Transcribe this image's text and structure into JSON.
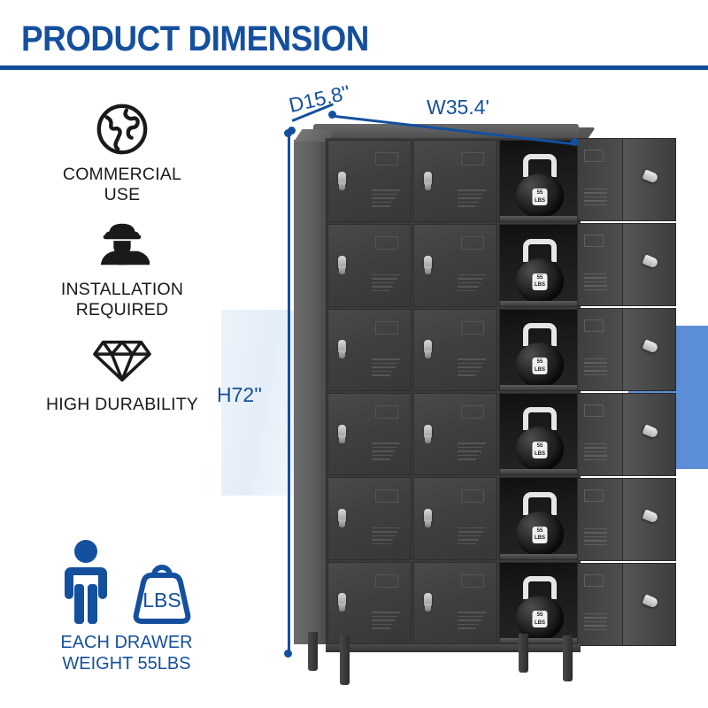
{
  "header": {
    "title": "PRODUCT DIMENSION",
    "rule_color": "#0f4c9c"
  },
  "theme": {
    "brand_blue": "#14509e",
    "rule_blue": "#0f4c9c",
    "accent_block_blue": "#5b8ed6",
    "cabinet_gray": "#3b3b3b",
    "text_black": "#1a1a1a"
  },
  "features": [
    {
      "icon": "globe-icon",
      "label": "COMMERCIAL\nUSE"
    },
    {
      "icon": "worker-hardhat-icon",
      "label": "INSTALLATION\nREQUIRED"
    },
    {
      "icon": "diamond-icon",
      "label": "HIGH DURABILITY"
    }
  ],
  "weight_feature": {
    "person_icon": "person-icon",
    "weight_icon": "weight-icon",
    "weight_icon_text": "LBS",
    "label": "EACH DRAWER\nWEIGHT 55LBS"
  },
  "dimensions": {
    "depth": "D15.8''",
    "width": "W35.4'",
    "height": "H72''"
  },
  "product": {
    "rows": 6,
    "closed_columns": 2,
    "open_columns": 1,
    "legs": 4,
    "kettlebell_label": "55\nLBS"
  }
}
